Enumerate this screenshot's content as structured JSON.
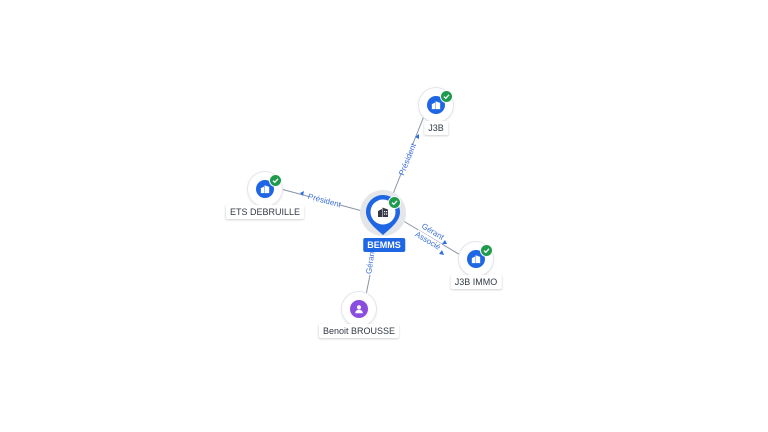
{
  "colors": {
    "company": "#1f66e5",
    "person": "#8a4de0",
    "verified": "#1e9b4d",
    "edge_label": "#3b6fd8",
    "edge_line": "#8a94a6"
  },
  "nodes": {
    "center": {
      "label": "BEMMS",
      "icon": "company-building-icon",
      "verified": true
    },
    "j3b": {
      "label": "J3B",
      "icon": "company-building-icon",
      "verified": true
    },
    "ets": {
      "label": "ETS DEBRUILLE",
      "icon": "company-building-icon",
      "verified": true
    },
    "j3bimmo": {
      "label": "J3B IMMO",
      "icon": "company-building-icon",
      "verified": true
    },
    "benoit": {
      "label": "Benoit BROUSSE",
      "icon": "person-icon",
      "verified": false
    }
  },
  "edges": {
    "to_j3b": "Président",
    "to_ets": "Président",
    "to_j3bimmo_1": "Gérant",
    "to_j3bimmo_2": "Associé",
    "to_benoit": "Gérant"
  }
}
